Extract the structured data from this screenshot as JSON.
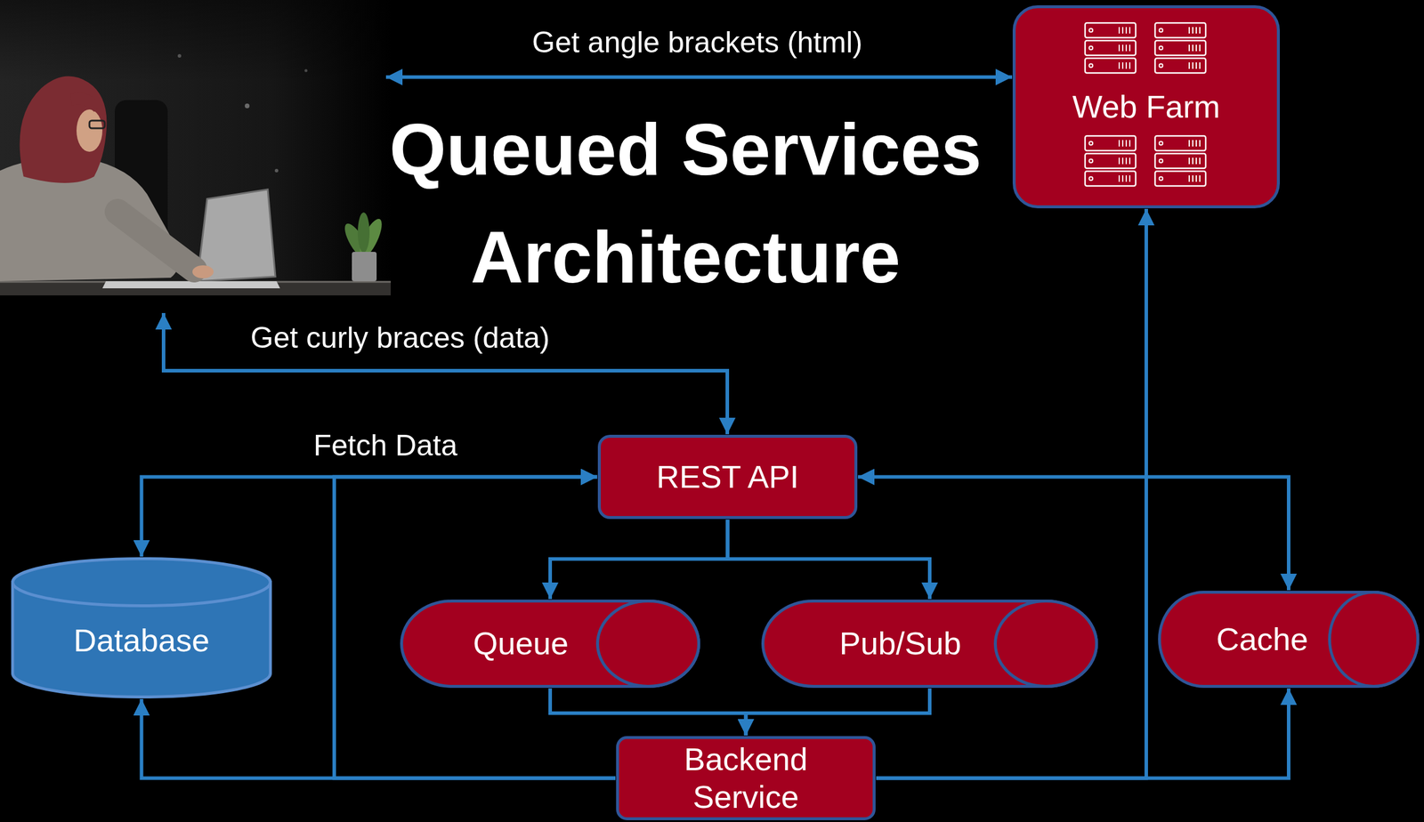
{
  "diagram": {
    "title": "Queued Services Architecture",
    "nodes": [
      {
        "text": [
          "Web Farm"
        ]
      },
      {
        "text": [
          "REST API"
        ]
      },
      {
        "text": [
          "Database"
        ]
      },
      {
        "text": [
          "Queue"
        ]
      },
      {
        "text": [
          "Pub/Sub"
        ]
      },
      {
        "text": [
          "Cache"
        ]
      },
      {
        "text": [
          "Backend Service"
        ]
      }
    ],
    "edges": [
      {
        "from": 2,
        "to": 1,
        "label": "Fetch Data",
        "arrow": "both"
      },
      {
        "from": 1,
        "to": 3,
        "arrow": "to"
      },
      {
        "from": 1,
        "to": 4,
        "arrow": "to"
      },
      {
        "from": 3,
        "to": 6,
        "arrow": "to"
      },
      {
        "from": 4,
        "to": 6,
        "arrow": "to"
      },
      {
        "from": 6,
        "to": 2,
        "arrow": "to"
      },
      {
        "from": 6,
        "to": 1,
        "arrow": "to"
      },
      {
        "from": 6,
        "to": 0,
        "arrow": "to"
      },
      {
        "from": 6,
        "to": 5,
        "arrow": "to"
      },
      {
        "from": 1,
        "to": 5,
        "arrow": "both"
      }
    ],
    "labels": [
      "Get angle brackets (html)",
      "Get curly braces (data)"
    ]
  }
}
